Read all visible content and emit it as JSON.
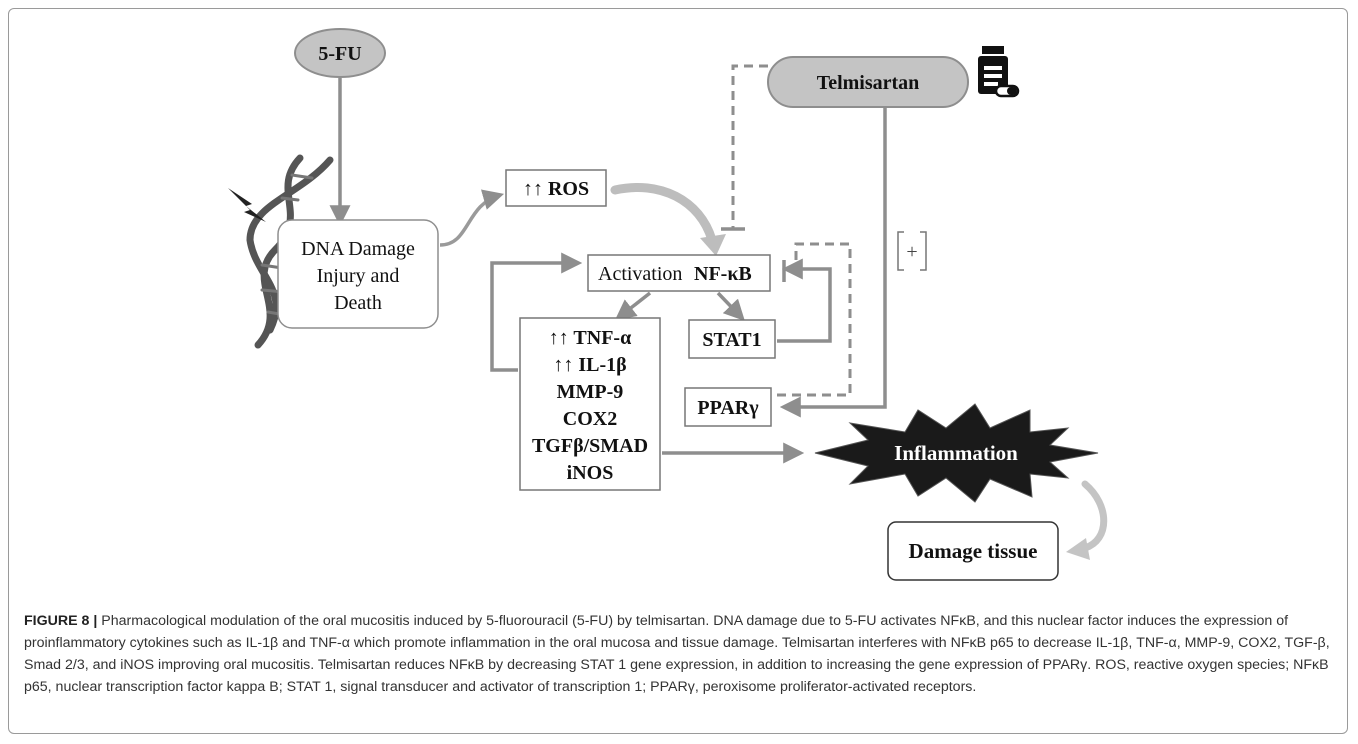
{
  "diagram": {
    "fu_label": "5-FU",
    "telmisartan_label": "Telmisartan",
    "dna_damage_lines": [
      "DNA Damage",
      "Injury and",
      "Death"
    ],
    "ros_label": "↑↑ ROS",
    "nfkb_prefix": "Activation",
    "nfkb_label": "NF-κB",
    "stat1_label": "STAT1",
    "ppar_label": "PPARγ",
    "plus_label": "+",
    "cytokines": [
      "↑↑ TNF-α",
      "↑↑ IL-1β",
      "MMP-9",
      "COX2",
      "TGFβ/SMAD",
      "iNOS"
    ],
    "inflammation_label": "Inflammation",
    "damage_label": "Damage tissue",
    "colors": {
      "arrow": "#8e8e8e",
      "oval_fill": "#c4c4c4",
      "box_border": "#777777",
      "star_fill": "#1a1a1a"
    },
    "icons": [
      "dna-helix-icon",
      "lightning-icon",
      "medicine-bottle-icon"
    ]
  },
  "caption": {
    "label": "FIGURE 8 |",
    "text": "Pharmacological modulation of the oral mucositis induced by 5-fluorouracil (5-FU) by telmisartan. DNA damage due to 5-FU activates NFκB, and this nuclear factor induces the expression of proinflammatory cytokines such as IL-1β and TNF-α which promote inflammation in the oral mucosa and tissue damage. Telmisartan interferes with NFκB p65 to decrease IL-1β, TNF-α, MMP-9, COX2, TGF-β, Smad 2/3, and iNOS improving oral mucositis. Telmisartan reduces NFκB by decreasing STAT 1 gene expression, in addition to increasing the gene expression of PPARγ. ROS, reactive oxygen species; NFκB p65, nuclear transcription factor kappa B; STAT 1, signal transducer and activator of transcription 1; PPARγ, peroxisome proliferator-activated receptors."
  }
}
